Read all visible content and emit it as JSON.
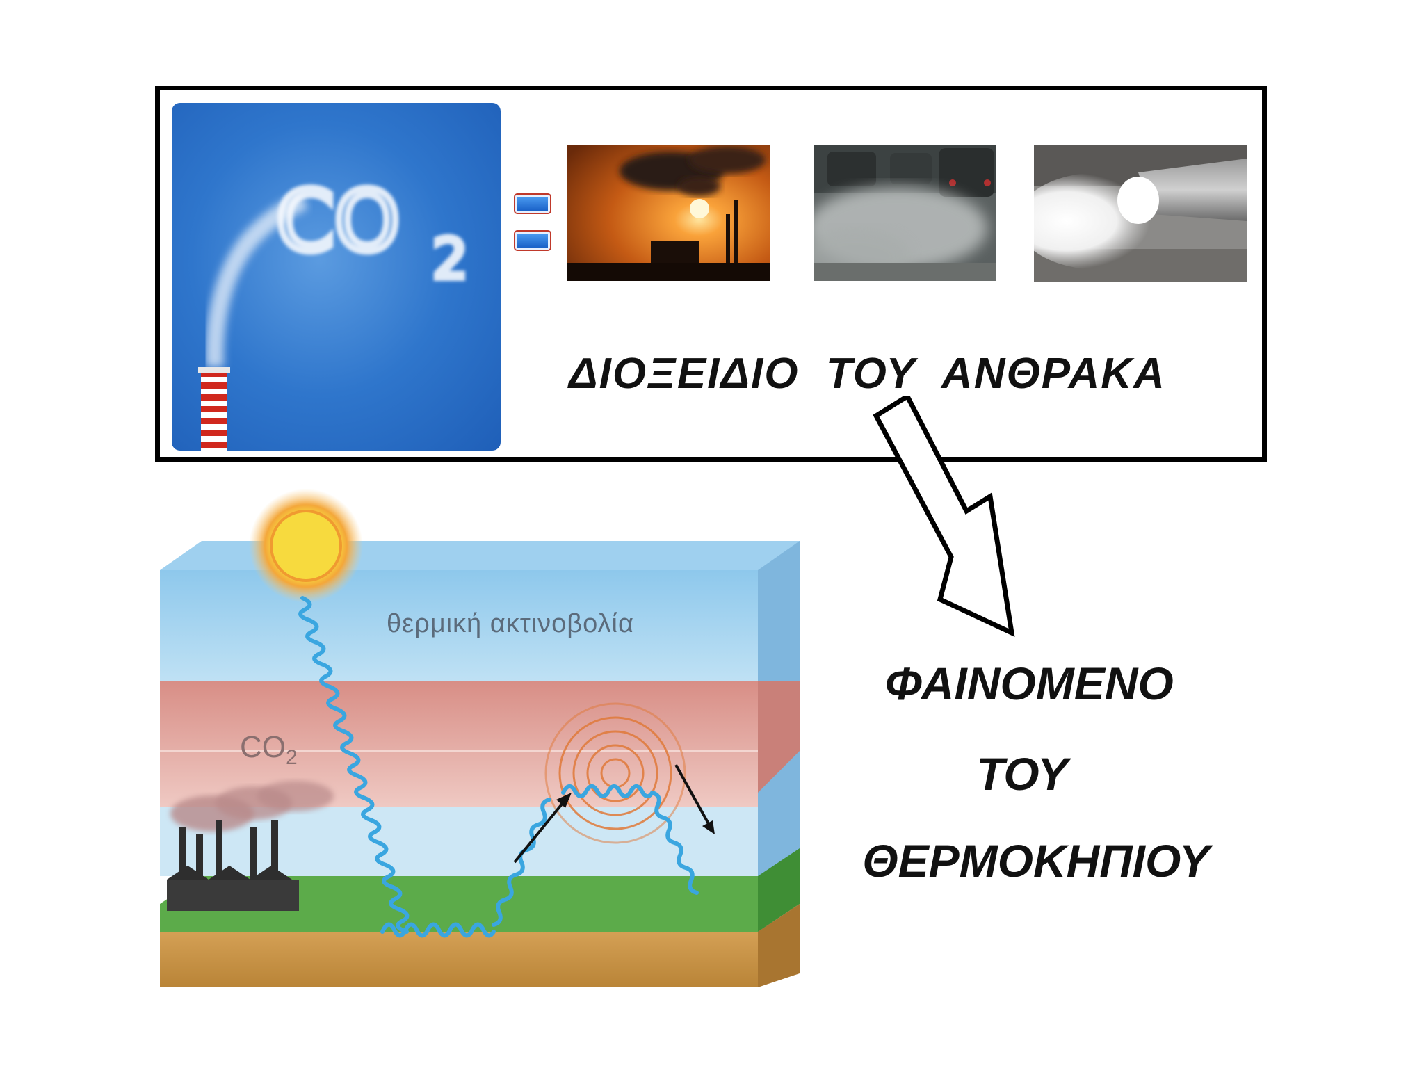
{
  "co2_image": {
    "text": "CO",
    "subscript": "2"
  },
  "title": "ΔΙΟΞΕΙΔΙΟ  ΤΟΥ  ΑΝΘΡΑΚΑ",
  "phenomenon": {
    "line1": "ΦΑΙΝΟΜΕΝΟ",
    "line2": "ΤΟΥ",
    "line3": "ΘΕΡΜΟΚΗΠΙΟΥ"
  },
  "diagram": {
    "thermal_label": "θερμική ακτινοβολία",
    "co2_label": "CO",
    "co2_subscript": "2"
  },
  "colors": {
    "sky_blue": "#2f76cc",
    "co2_layer": "#d98d86",
    "ground_green": "#5cab4a",
    "radiation_wave": "#3aa6e0",
    "sun": "#f6d23a"
  }
}
